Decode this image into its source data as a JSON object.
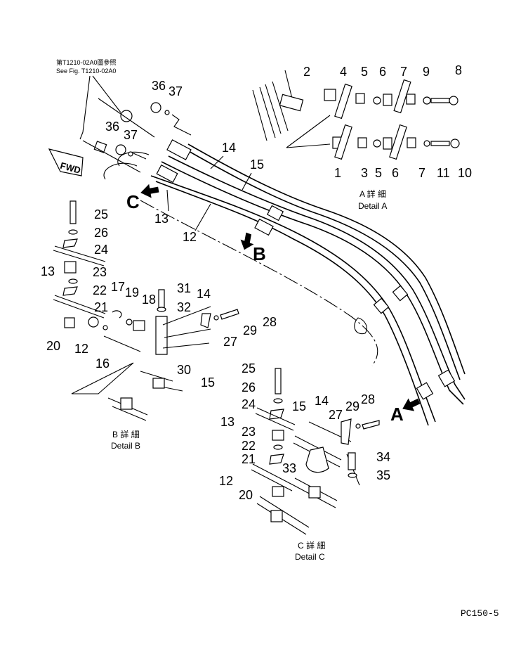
{
  "header_note": {
    "line1": "第T1210-02A0圖參照",
    "line2": "See Fig. T1210-02A0"
  },
  "fwd_label": "FWD",
  "arrows": {
    "a": "A",
    "b": "B",
    "c": "C"
  },
  "detail_a": {
    "title_jp": "A 詳 細",
    "title_en": "Detail A",
    "top_numbers": [
      "2",
      "4",
      "5",
      "6",
      "7",
      "9",
      "8"
    ],
    "bottom_numbers": [
      "1",
      "3",
      "5",
      "6",
      "7",
      "11",
      "10"
    ]
  },
  "detail_b": {
    "title_jp": "B 詳 細",
    "title_en": "Detail B",
    "numbers": [
      "25",
      "26",
      "24",
      "13",
      "23",
      "22",
      "21",
      "17",
      "19",
      "18",
      "20",
      "12",
      "16",
      "31",
      "32",
      "14",
      "28",
      "29",
      "27",
      "30",
      "15"
    ]
  },
  "detail_c": {
    "title_jp": "C 詳 細",
    "title_en": "Detail C",
    "numbers": [
      "25",
      "26",
      "24",
      "13",
      "23",
      "22",
      "21",
      "12",
      "20",
      "15",
      "14",
      "28",
      "29",
      "27",
      "33",
      "34",
      "35"
    ]
  },
  "main_numbers": [
    "36",
    "37",
    "36",
    "37",
    "14",
    "15",
    "13",
    "12"
  ],
  "model_code": "PC150-5"
}
